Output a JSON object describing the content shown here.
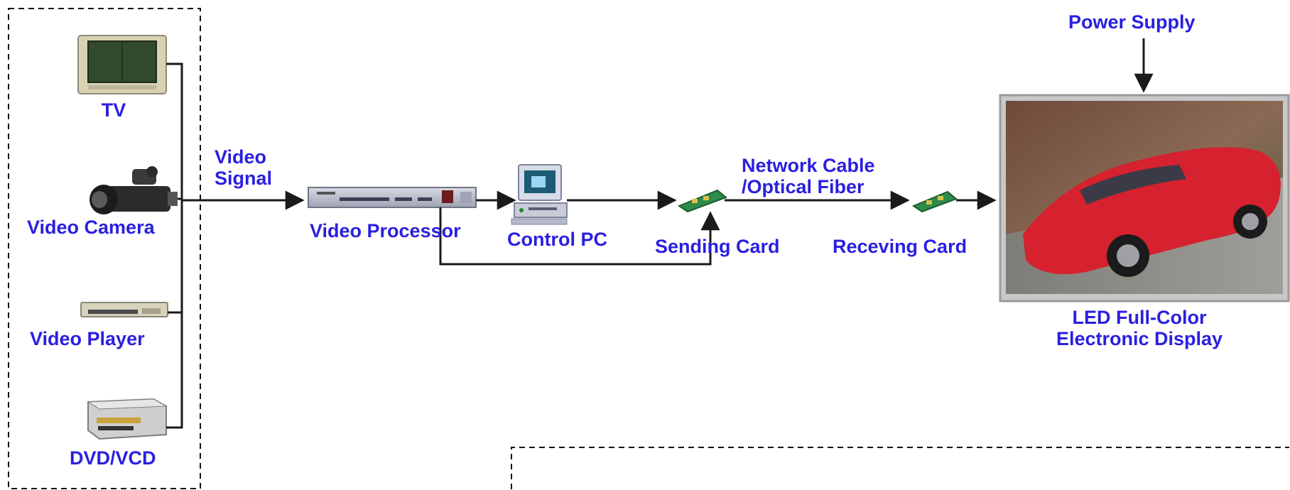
{
  "diagram": {
    "sources": {
      "tv": "TV",
      "video_camera": "Video Camera",
      "video_player": "Video Player",
      "dvd_vcd": "DVD/VCD"
    },
    "video_signal": [
      "Video",
      "Signal"
    ],
    "video_processor": "Video Processor",
    "control_pc": "Control PC",
    "sending_card": "Sending Card",
    "network_cable": [
      "Network Cable",
      "/Optical Fiber"
    ],
    "receiving_card": "Receving Card",
    "power_supply": "Power Supply",
    "led_display": [
      "LED Full-Color",
      "Electronic Display"
    ]
  },
  "colors": {
    "label": "#2a1fe0",
    "line": "#1a1a1a"
  }
}
